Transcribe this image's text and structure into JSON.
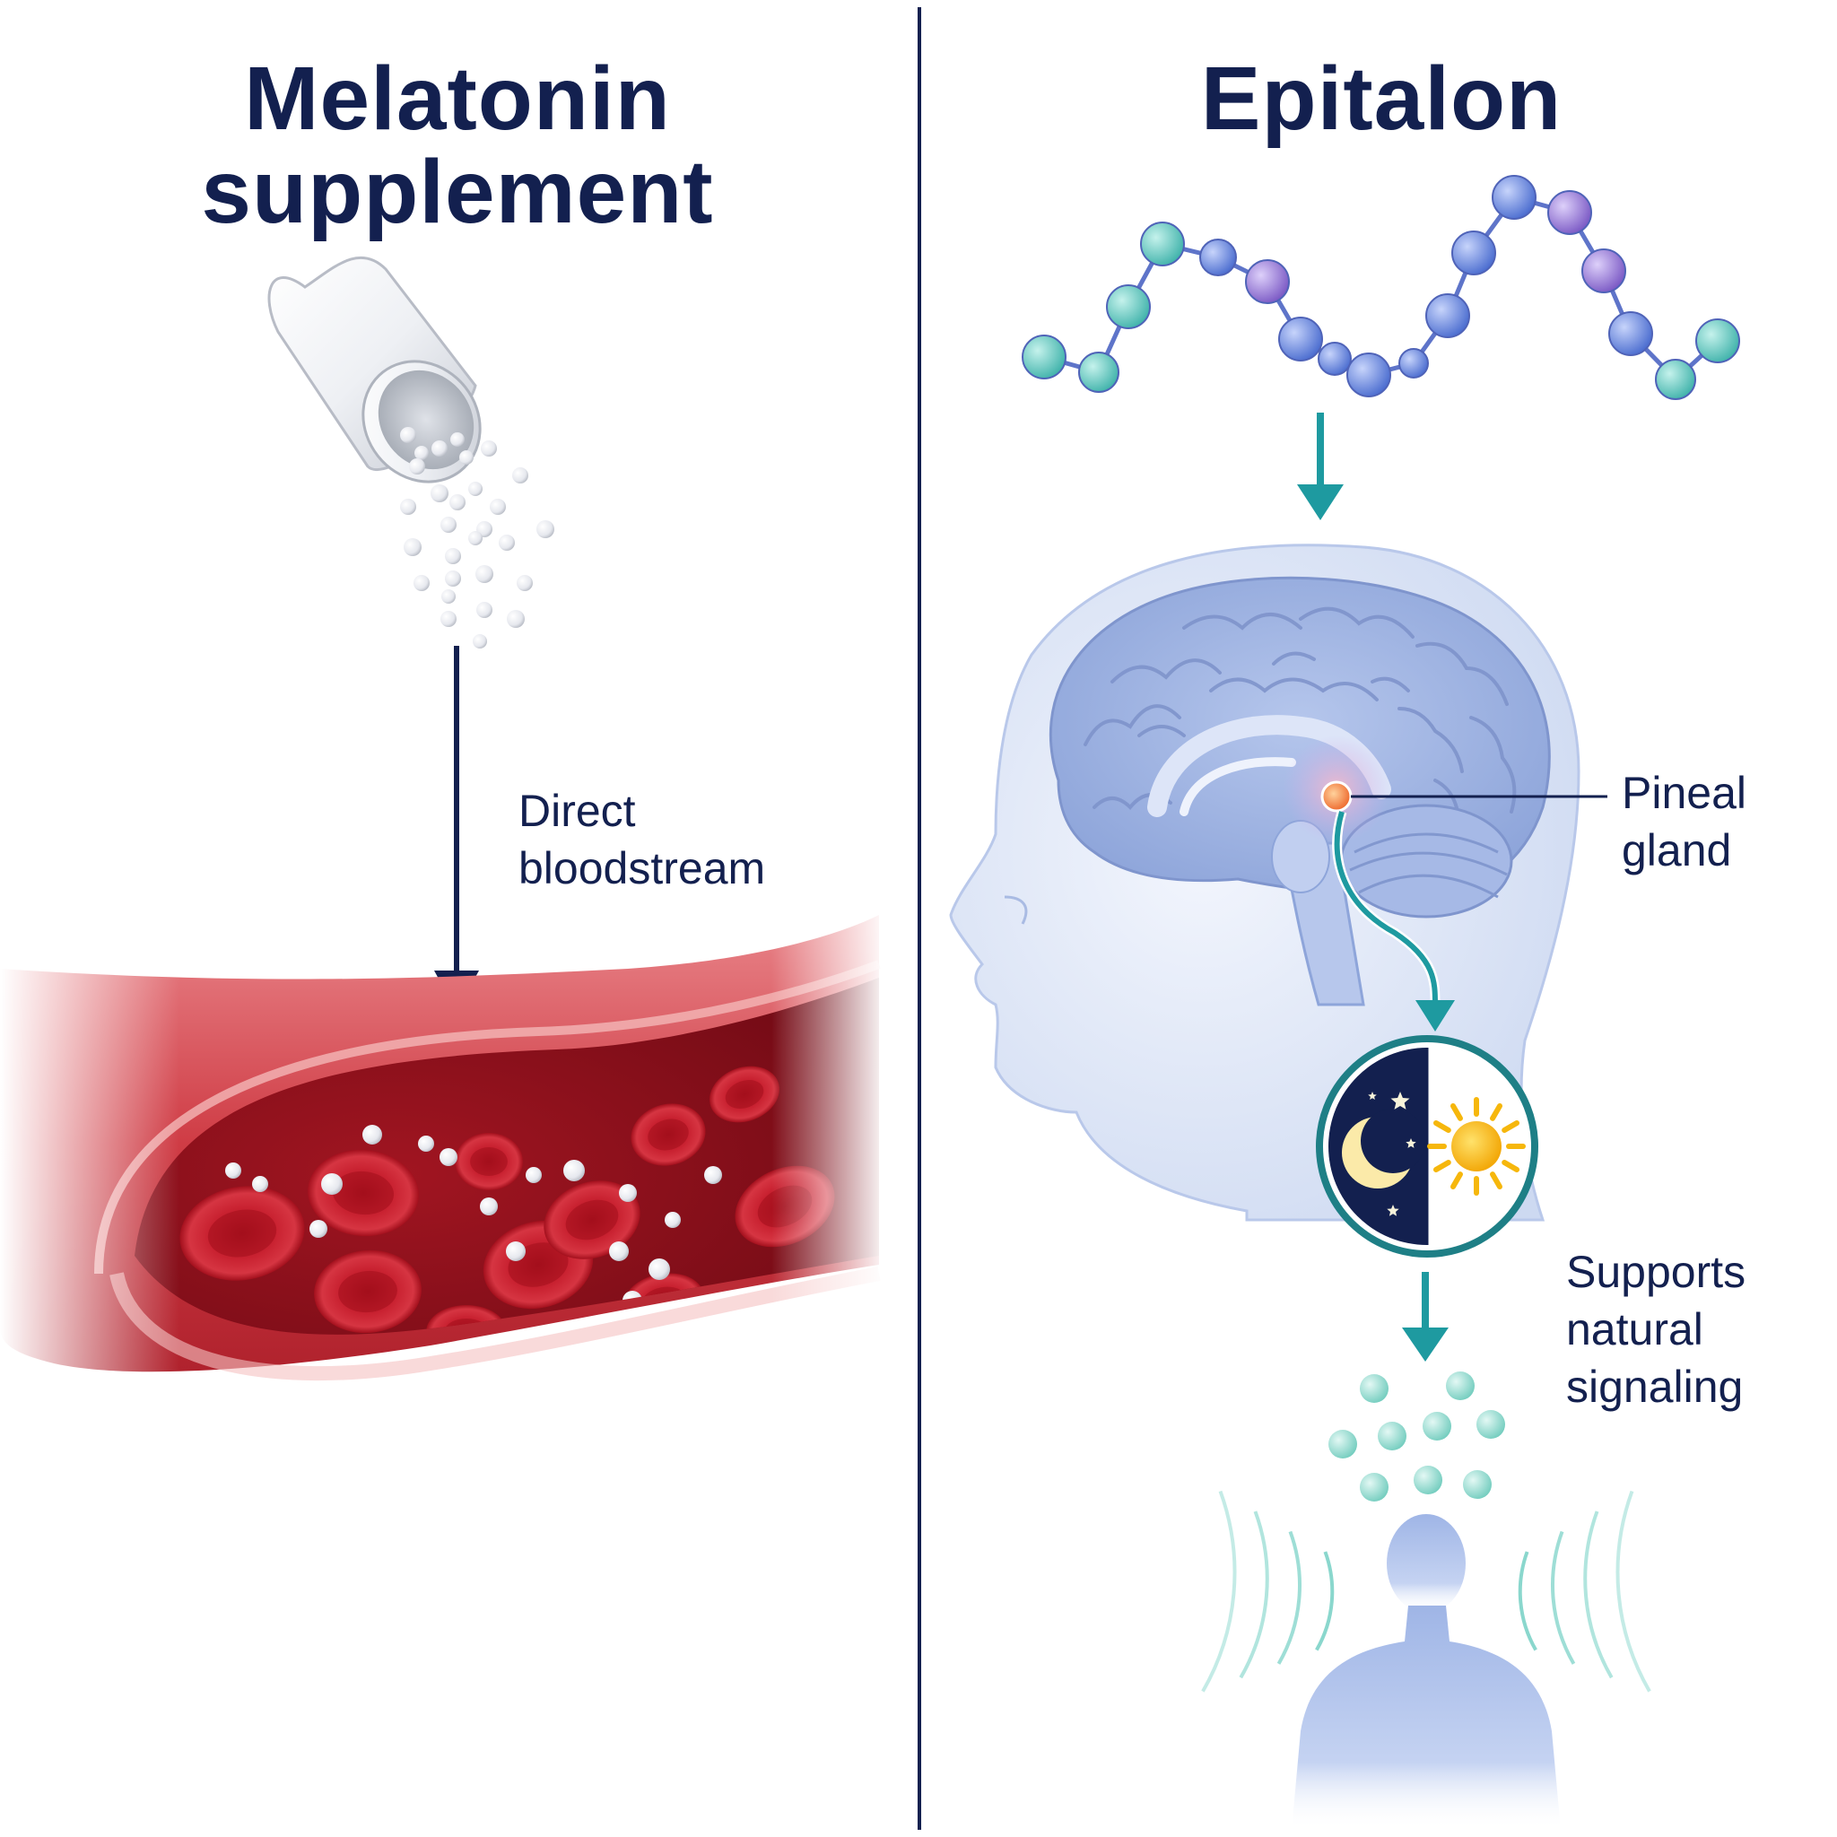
{
  "left_panel": {
    "title_lines": [
      "Melatonin",
      "supplement"
    ],
    "arrow_label_lines": [
      "Direct",
      "bloodstream"
    ]
  },
  "right_panel": {
    "title": "Epitalon",
    "pineal_label_lines": [
      "Pineal",
      "gland"
    ],
    "signal_label_lines": [
      "Supports",
      "natural",
      "signaling"
    ]
  },
  "colors": {
    "title_text": "#13204f",
    "divider": "#13204f",
    "left_arrow": "#13204f",
    "teal_arrow": "#1e9aa0",
    "vessel_red": "#c9303a",
    "blood_cell": "#b3131f",
    "peptide_teal": "#63c9c0",
    "peptide_blue": "#5f7fd8",
    "peptide_purple": "#8c6fcf",
    "brain_blue": "#9db3e2",
    "pineal_orange": "#f07c3e",
    "night_navy": "#13204f",
    "sun_yellow": "#f6b70c"
  },
  "icons": [
    "capsule-icon",
    "moon-icon",
    "star-icon",
    "sun-icon",
    "human-figure-icon",
    "brain-icon",
    "head-profile-icon",
    "blood-vessel-icon",
    "peptide-chain-icon"
  ]
}
